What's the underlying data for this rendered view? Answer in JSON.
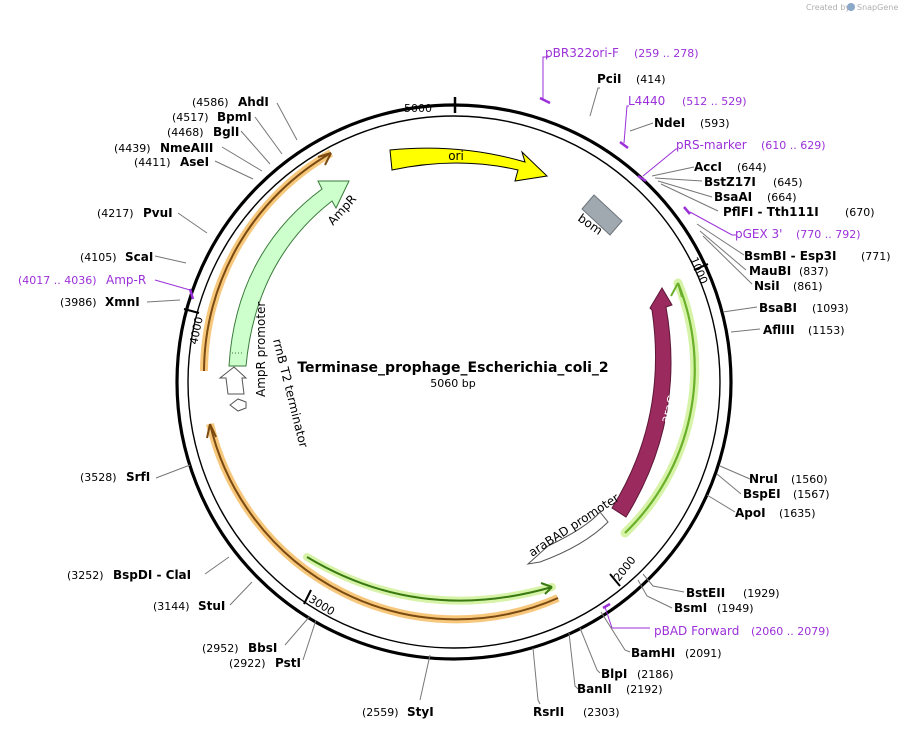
{
  "credit": {
    "prefix": "Created by",
    "brand": "SnapGene"
  },
  "plasmid": {
    "name": "Terminase_prophage_Escherichia_coli_2",
    "size": "5060 bp"
  },
  "ticks": [
    "1000",
    "2000",
    "3000",
    "4000",
    "5000"
  ],
  "enzymes": [
    {
      "name": "PciI",
      "pos": "(414)"
    },
    {
      "name": "NdeI",
      "pos": "(593)"
    },
    {
      "name": "AccI",
      "pos": "(644)"
    },
    {
      "name": "BstZ17I",
      "pos": "(645)"
    },
    {
      "name": "BsaAI",
      "pos": "(664)"
    },
    {
      "name": "PflFI - Tth111I",
      "pos": "(670)"
    },
    {
      "name": "BsmBI - Esp3I",
      "pos": "(771)"
    },
    {
      "name": "MauBI",
      "pos": "(837)"
    },
    {
      "name": "NsiI",
      "pos": "(861)"
    },
    {
      "name": "BsaBI",
      "pos": "(1093)"
    },
    {
      "name": "AflIII",
      "pos": "(1153)"
    },
    {
      "name": "NruI",
      "pos": "(1560)"
    },
    {
      "name": "BspEI",
      "pos": "(1567)"
    },
    {
      "name": "ApoI",
      "pos": "(1635)"
    },
    {
      "name": "BstEII",
      "pos": "(1929)"
    },
    {
      "name": "BsmI",
      "pos": "(1949)"
    },
    {
      "name": "BamHI",
      "pos": "(2091)"
    },
    {
      "name": "BlpI",
      "pos": "(2186)"
    },
    {
      "name": "BanII",
      "pos": "(2192)"
    },
    {
      "name": "RsrII",
      "pos": "(2303)"
    },
    {
      "name": "StyI",
      "pos": "(2559)"
    },
    {
      "name": "PstI",
      "pos": "(2922)"
    },
    {
      "name": "BbsI",
      "pos": "(2952)"
    },
    {
      "name": "StuI",
      "pos": "(3144)"
    },
    {
      "name": "BspDI - ClaI",
      "pos": "(3252)"
    },
    {
      "name": "SrfI",
      "pos": "(3528)"
    },
    {
      "name": "XmnI",
      "pos": "(3986)"
    },
    {
      "name": "ScaI",
      "pos": "(4105)"
    },
    {
      "name": "PvuI",
      "pos": "(4217)"
    },
    {
      "name": "AseI",
      "pos": "(4411)"
    },
    {
      "name": "NmeAIII",
      "pos": "(4439)"
    },
    {
      "name": "BglI",
      "pos": "(4468)"
    },
    {
      "name": "BpmI",
      "pos": "(4517)"
    },
    {
      "name": "AhdI",
      "pos": "(4586)"
    }
  ],
  "primers": [
    {
      "name": "pBR322ori-F",
      "range": "(259 .. 278)"
    },
    {
      "name": "L4440",
      "range": "(512 .. 529)"
    },
    {
      "name": "pRS-marker",
      "range": "(610 .. 629)"
    },
    {
      "name": "pGEX 3'",
      "range": "(770 .. 792)"
    },
    {
      "name": "pBAD Forward",
      "range": "(2060 .. 2079)"
    },
    {
      "name": "Amp-R",
      "range": "(4017 .. 4036)"
    }
  ],
  "features": {
    "ori": "ori",
    "bom": "bom",
    "araC": "araC",
    "araBAD_promoter": "araBAD promoter",
    "AmpR": "AmpR",
    "AmpR_promoter": "AmpR promoter",
    "rrnB_terminator": "rrnB T2 terminator"
  },
  "colors": {
    "backbone": "#000000",
    "primer": "#9b30d9",
    "ori": "#ffff00",
    "bom": "#a0a8b0",
    "araC": "#9b2a5e",
    "ampr": "#ccffcc",
    "orf_highlight": "#f7c87c",
    "orf_green": "#8bd44a"
  }
}
